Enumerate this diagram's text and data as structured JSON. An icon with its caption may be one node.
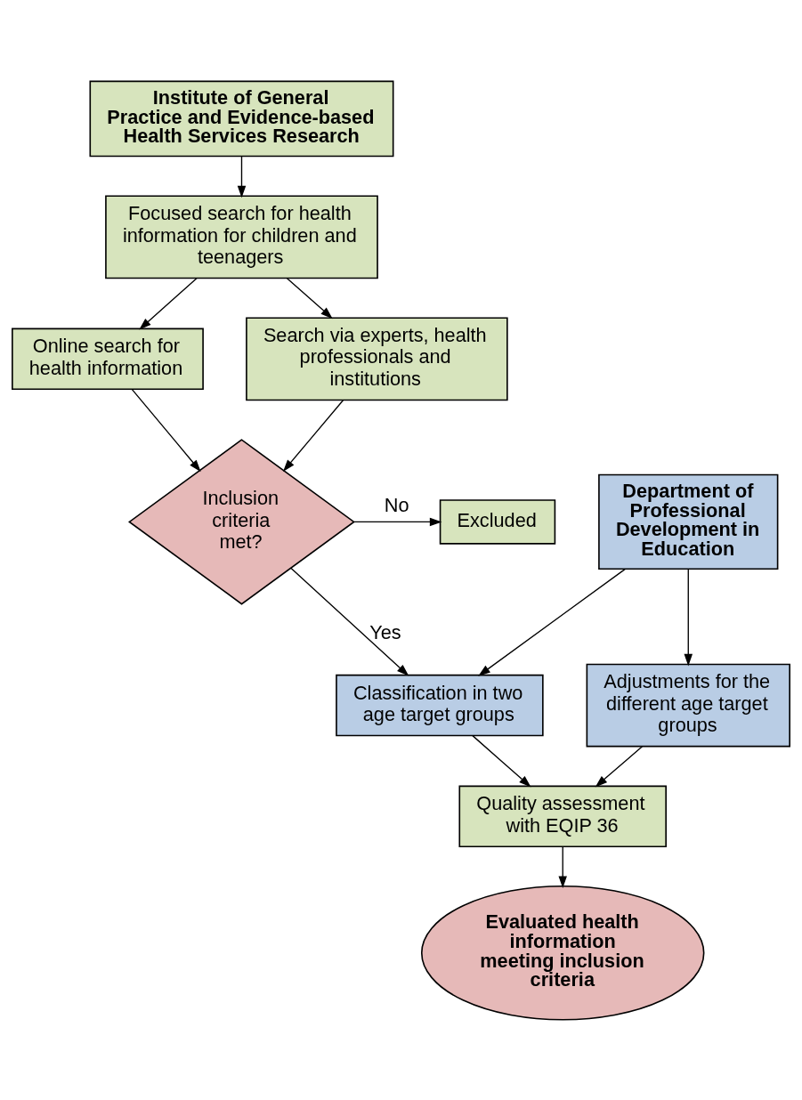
{
  "diagram": {
    "nodes": [
      {
        "text": [
          "Institute of General Practice and Evidence-based Health Services Research"
        ]
      },
      {
        "text": [
          "Focused search for health information for children and teenagers"
        ]
      },
      {
        "text": [
          "Online search for health information"
        ]
      },
      {
        "text": [
          "Search via experts, health professionals and institutions"
        ]
      },
      {
        "text": [
          "Inclusion criteria met?"
        ]
      },
      {
        "text": [
          "Excluded"
        ]
      },
      {
        "text": [
          "Department of Professional Development in Education"
        ]
      },
      {
        "text": [
          "Classification in two age target groups"
        ]
      },
      {
        "text": [
          "Adjustments for the different age target groups"
        ]
      },
      {
        "text": [
          "Quality assessment with EQIP 36"
        ]
      },
      {
        "text": [
          "Evaluated health information meeting inclusion criteria"
        ]
      }
    ],
    "edges": [
      {
        "from": 0,
        "to": 1,
        "arrow": "to"
      },
      {
        "from": 1,
        "to": 2,
        "arrow": "to"
      },
      {
        "from": 1,
        "to": 3,
        "arrow": "to"
      },
      {
        "from": 2,
        "to": 4,
        "arrow": "to"
      },
      {
        "from": 3,
        "to": 4,
        "arrow": "to"
      },
      {
        "from": 4,
        "to": 5,
        "label": "No",
        "arrow": "to"
      },
      {
        "from": 4,
        "to": 7,
        "label": "Yes",
        "arrow": "to"
      },
      {
        "from": 6,
        "to": 7,
        "arrow": "to"
      },
      {
        "from": 6,
        "to": 8,
        "arrow": "to"
      },
      {
        "from": 7,
        "to": 9,
        "arrow": "to"
      },
      {
        "from": 8,
        "to": 9,
        "arrow": "to"
      },
      {
        "from": 9,
        "to": 10,
        "arrow": "to"
      }
    ]
  }
}
